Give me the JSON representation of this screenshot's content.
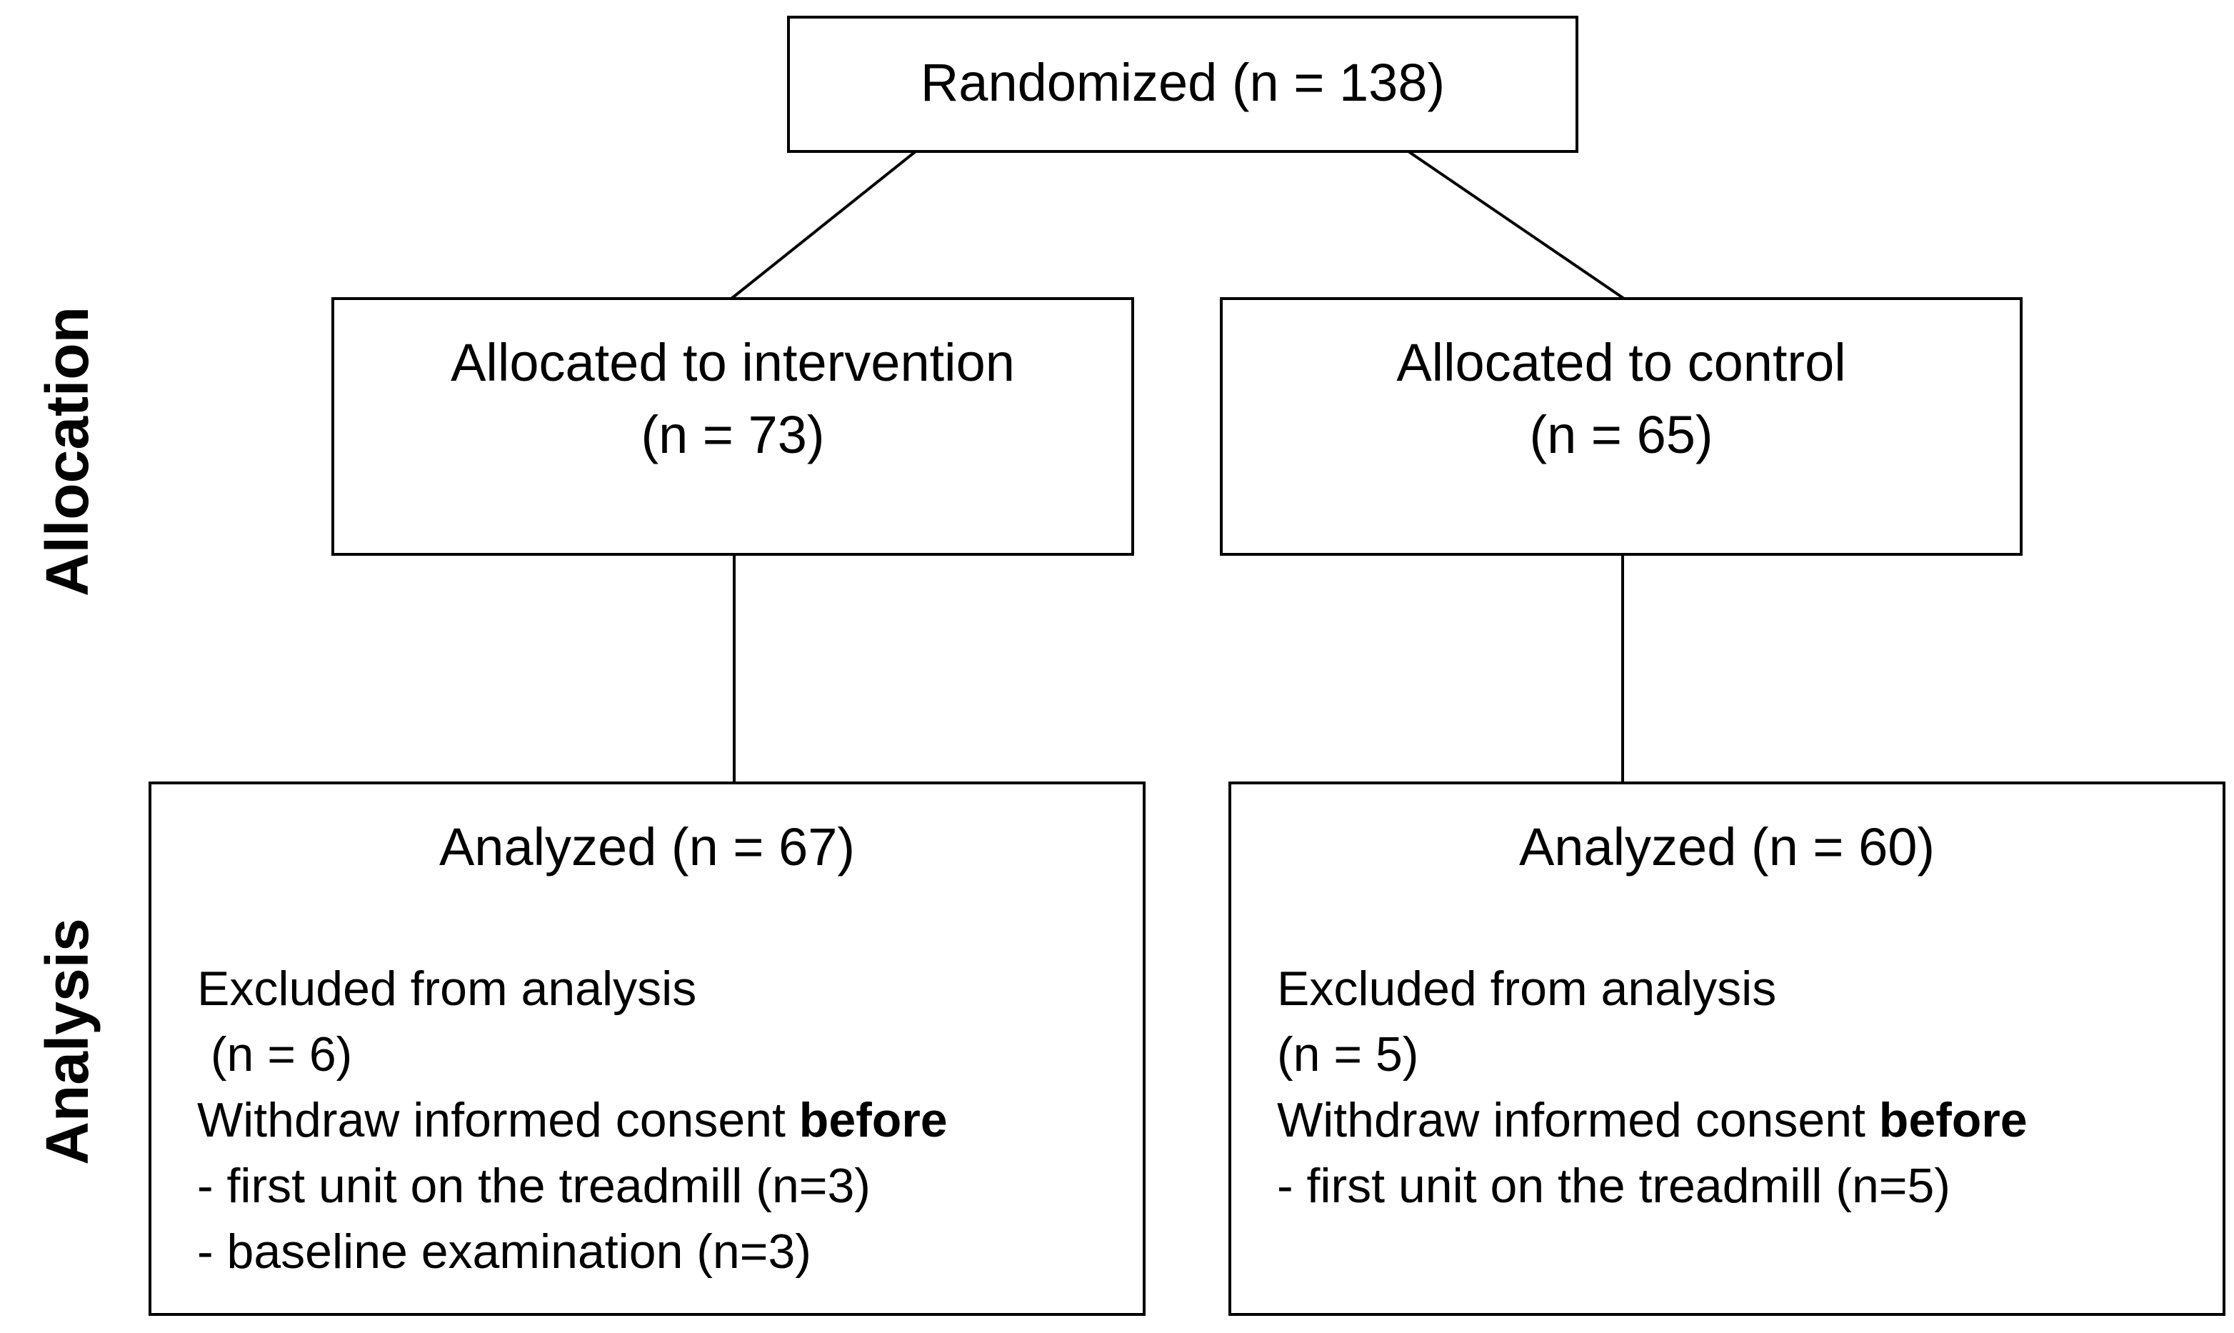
{
  "labels": {
    "allocation": "Allocation",
    "analysis": "Analysis"
  },
  "randomized": {
    "text": "Randomized (n = 138)"
  },
  "allocation": {
    "intervention": {
      "title": "Allocated to intervention",
      "count": "(n = 73)"
    },
    "control": {
      "title": "Allocated to control",
      "count": "(n = 65)"
    }
  },
  "analysis": {
    "intervention": {
      "title": "Analyzed (n = 67)",
      "excluded_header": "Excluded from analysis",
      "excluded_count": " (n = 6)",
      "withdraw_prefix": "Withdraw informed consent ",
      "withdraw_bold": "before",
      "items": [
        "- first unit on the treadmill (n=3)",
        "- baseline examination (n=3)"
      ]
    },
    "control": {
      "title": "Analyzed (n = 60)",
      "excluded_header": "Excluded from analysis",
      "excluded_count": "(n = 5)",
      "withdraw_prefix": "Withdraw informed consent ",
      "withdraw_bold": "before",
      "items": [
        "- first unit on the treadmill (n=5)"
      ]
    }
  }
}
